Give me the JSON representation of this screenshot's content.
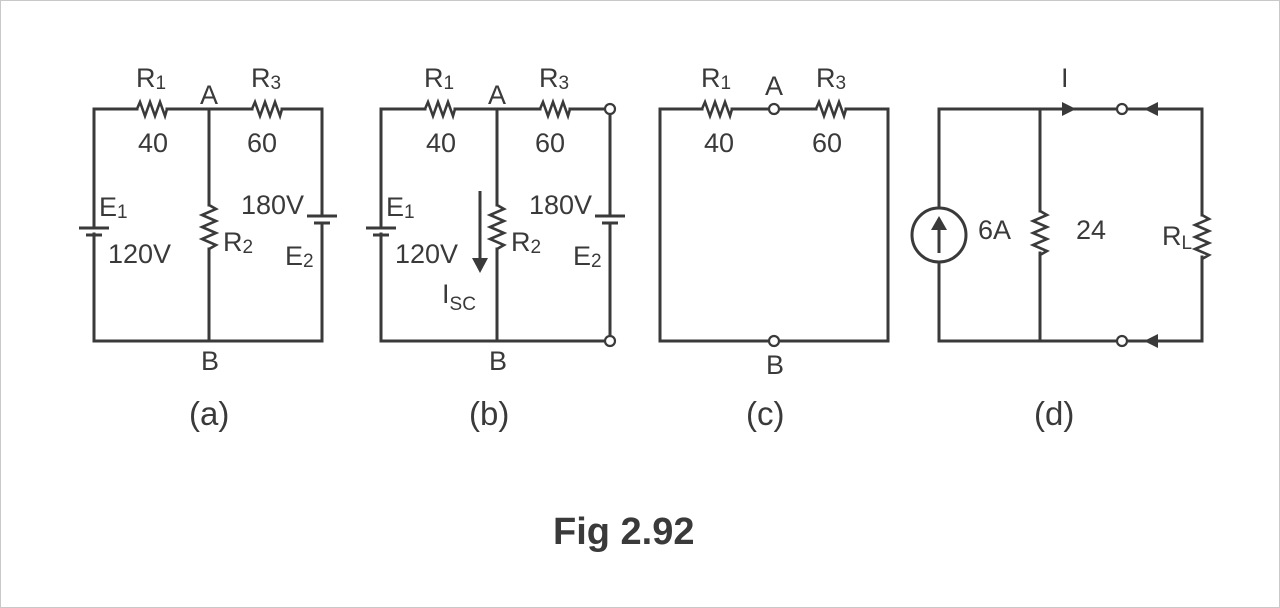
{
  "figure_title": "Fig 2.92",
  "circuit_a": {
    "caption": "(a)",
    "r1_label": "R",
    "r1_sub": "1",
    "r1_value": "40",
    "node_a": "A",
    "r3_label": "R",
    "r3_sub": "3",
    "r3_value": "60",
    "e1_label": "E",
    "e1_sub": "1",
    "e1_value": "120V",
    "r2_label": "R",
    "r2_sub": "2",
    "e2_value": "180V",
    "e2_label": "E",
    "e2_sub": "2",
    "node_b": "B"
  },
  "circuit_b": {
    "caption": "(b)",
    "r1_label": "R",
    "r1_sub": "1",
    "r1_value": "40",
    "node_a": "A",
    "r3_label": "R",
    "r3_sub": "3",
    "r3_value": "60",
    "e1_label": "E",
    "e1_sub": "1",
    "e1_value": "120V",
    "r2_label": "R",
    "r2_sub": "2",
    "e2_value": "180V",
    "e2_label": "E",
    "e2_sub": "2",
    "isc_label": "I",
    "isc_sub": "SC",
    "node_b": "B"
  },
  "circuit_c": {
    "caption": "(c)",
    "r1_label": "R",
    "r1_sub": "1",
    "r1_value": "40",
    "node_a": "A",
    "r3_label": "R",
    "r3_sub": "3",
    "r3_value": "60",
    "node_b": "B"
  },
  "circuit_d": {
    "caption": "(d)",
    "current_label": "I",
    "source_value": "6A",
    "resistor_value": "24",
    "load_label": "R",
    "load_sub": "L"
  }
}
